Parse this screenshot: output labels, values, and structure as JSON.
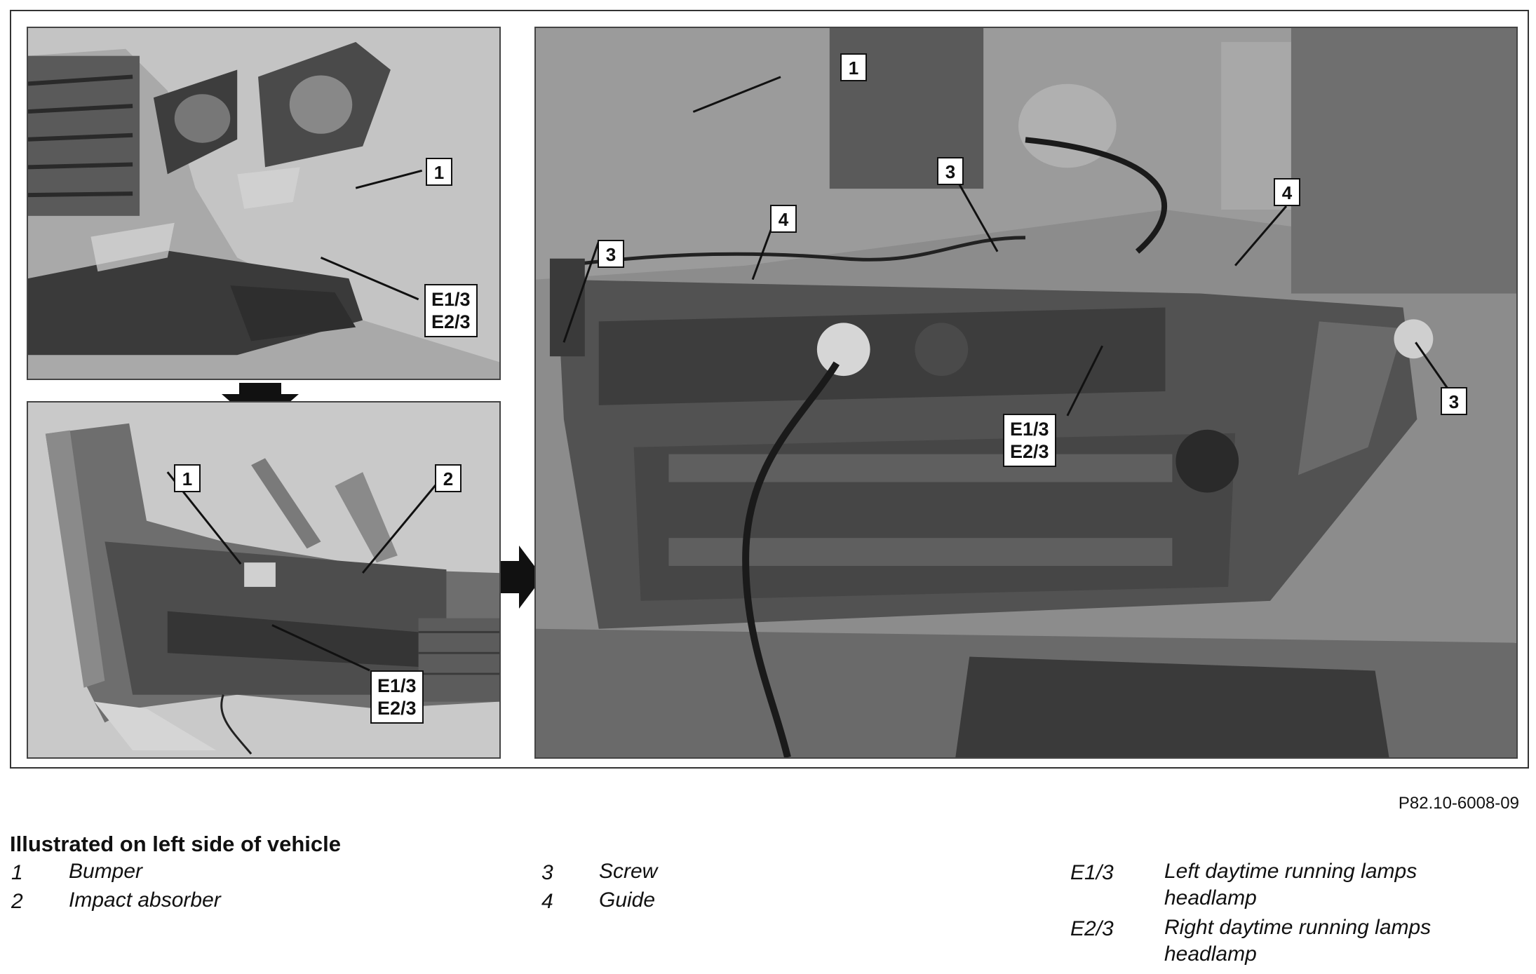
{
  "figure": {
    "callouts": {
      "top_left": {
        "bumper": "1",
        "lamp_l": "E1/3",
        "lamp_r": "E2/3"
      },
      "bottom_left": {
        "bumper": "1",
        "absorber": "2",
        "lamp_l": "E1/3",
        "lamp_r": "E2/3"
      },
      "right": {
        "bumper": "1",
        "screw_top": "3",
        "screw_left": "3",
        "screw_right": "3",
        "guide_left": "4",
        "guide_right": "4",
        "lamp_l": "E1/3",
        "lamp_r": "E2/3"
      }
    },
    "reference_code": "P82.10-6008-09"
  },
  "legend": {
    "heading": "Illustrated on left side of vehicle",
    "items": [
      {
        "key": "1",
        "label": "Bumper"
      },
      {
        "key": "2",
        "label": "Impact absorber"
      },
      {
        "key": "3",
        "label": "Screw"
      },
      {
        "key": "4",
        "label": "Guide"
      },
      {
        "key": "E1/3",
        "label_line1": "Left daytime running lamps",
        "label_line2": "headlamp"
      },
      {
        "key": "E2/3",
        "label_line1": "Right daytime running lamps",
        "label_line2": "headlamp"
      }
    ]
  }
}
